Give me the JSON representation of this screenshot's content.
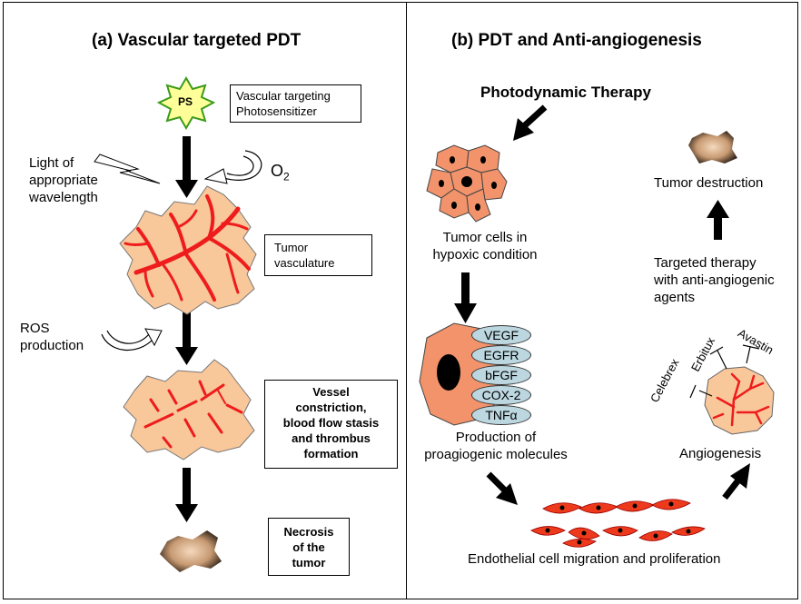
{
  "panel_a": {
    "title": "(a) Vascular targeted PDT",
    "ps_label": "PS",
    "box_ps": [
      "Vascular targeting",
      "Photosensitizer"
    ],
    "light_label": [
      "Light of",
      "appropriate",
      "wavelength"
    ],
    "o2_label": "O",
    "o2_subscript": "2",
    "box_vasculature": [
      "Tumor",
      "vasculature"
    ],
    "ros_label": [
      "ROS",
      "production"
    ],
    "box_constriction": [
      "Vessel",
      "constriction,",
      "blood flow stasis",
      "and thrombus",
      "formation"
    ],
    "box_necrosis": [
      "Necrosis",
      "of the",
      "tumor"
    ]
  },
  "panel_b": {
    "title": "(b) PDT and Anti-angiogenesis",
    "pdt_label": "Photodynamic Therapy",
    "tumor_cells_label": [
      "Tumor cells in",
      "hypoxic condition"
    ],
    "molecules": [
      "VEGF",
      "EGFR",
      "bFGF",
      "COX-2",
      "TNFα"
    ],
    "production_label": [
      "Production of",
      "proagiogenic molecules"
    ],
    "endothelial_label": "Endothelial cell migration and proliferation",
    "angiogenesis_label": "Angiogenesis",
    "drugs": [
      "Celebrex",
      "Erbitux",
      "Avastin"
    ],
    "targeted_label": [
      "Targeted therapy",
      "with anti-angiogenic",
      "agents"
    ],
    "destruction_label": "Tumor destruction"
  },
  "colors": {
    "tumor_fill": "#f8c79a",
    "tumor_stroke": "#555555",
    "vessel_red": "#ee1c1c",
    "cell_fill": "#f2936b",
    "nucleus": "#000000",
    "ps_star_fill": "#ffff99",
    "ps_star_stroke": "#3a9a1a",
    "molecule_fill": "#bcd7e0"
  }
}
